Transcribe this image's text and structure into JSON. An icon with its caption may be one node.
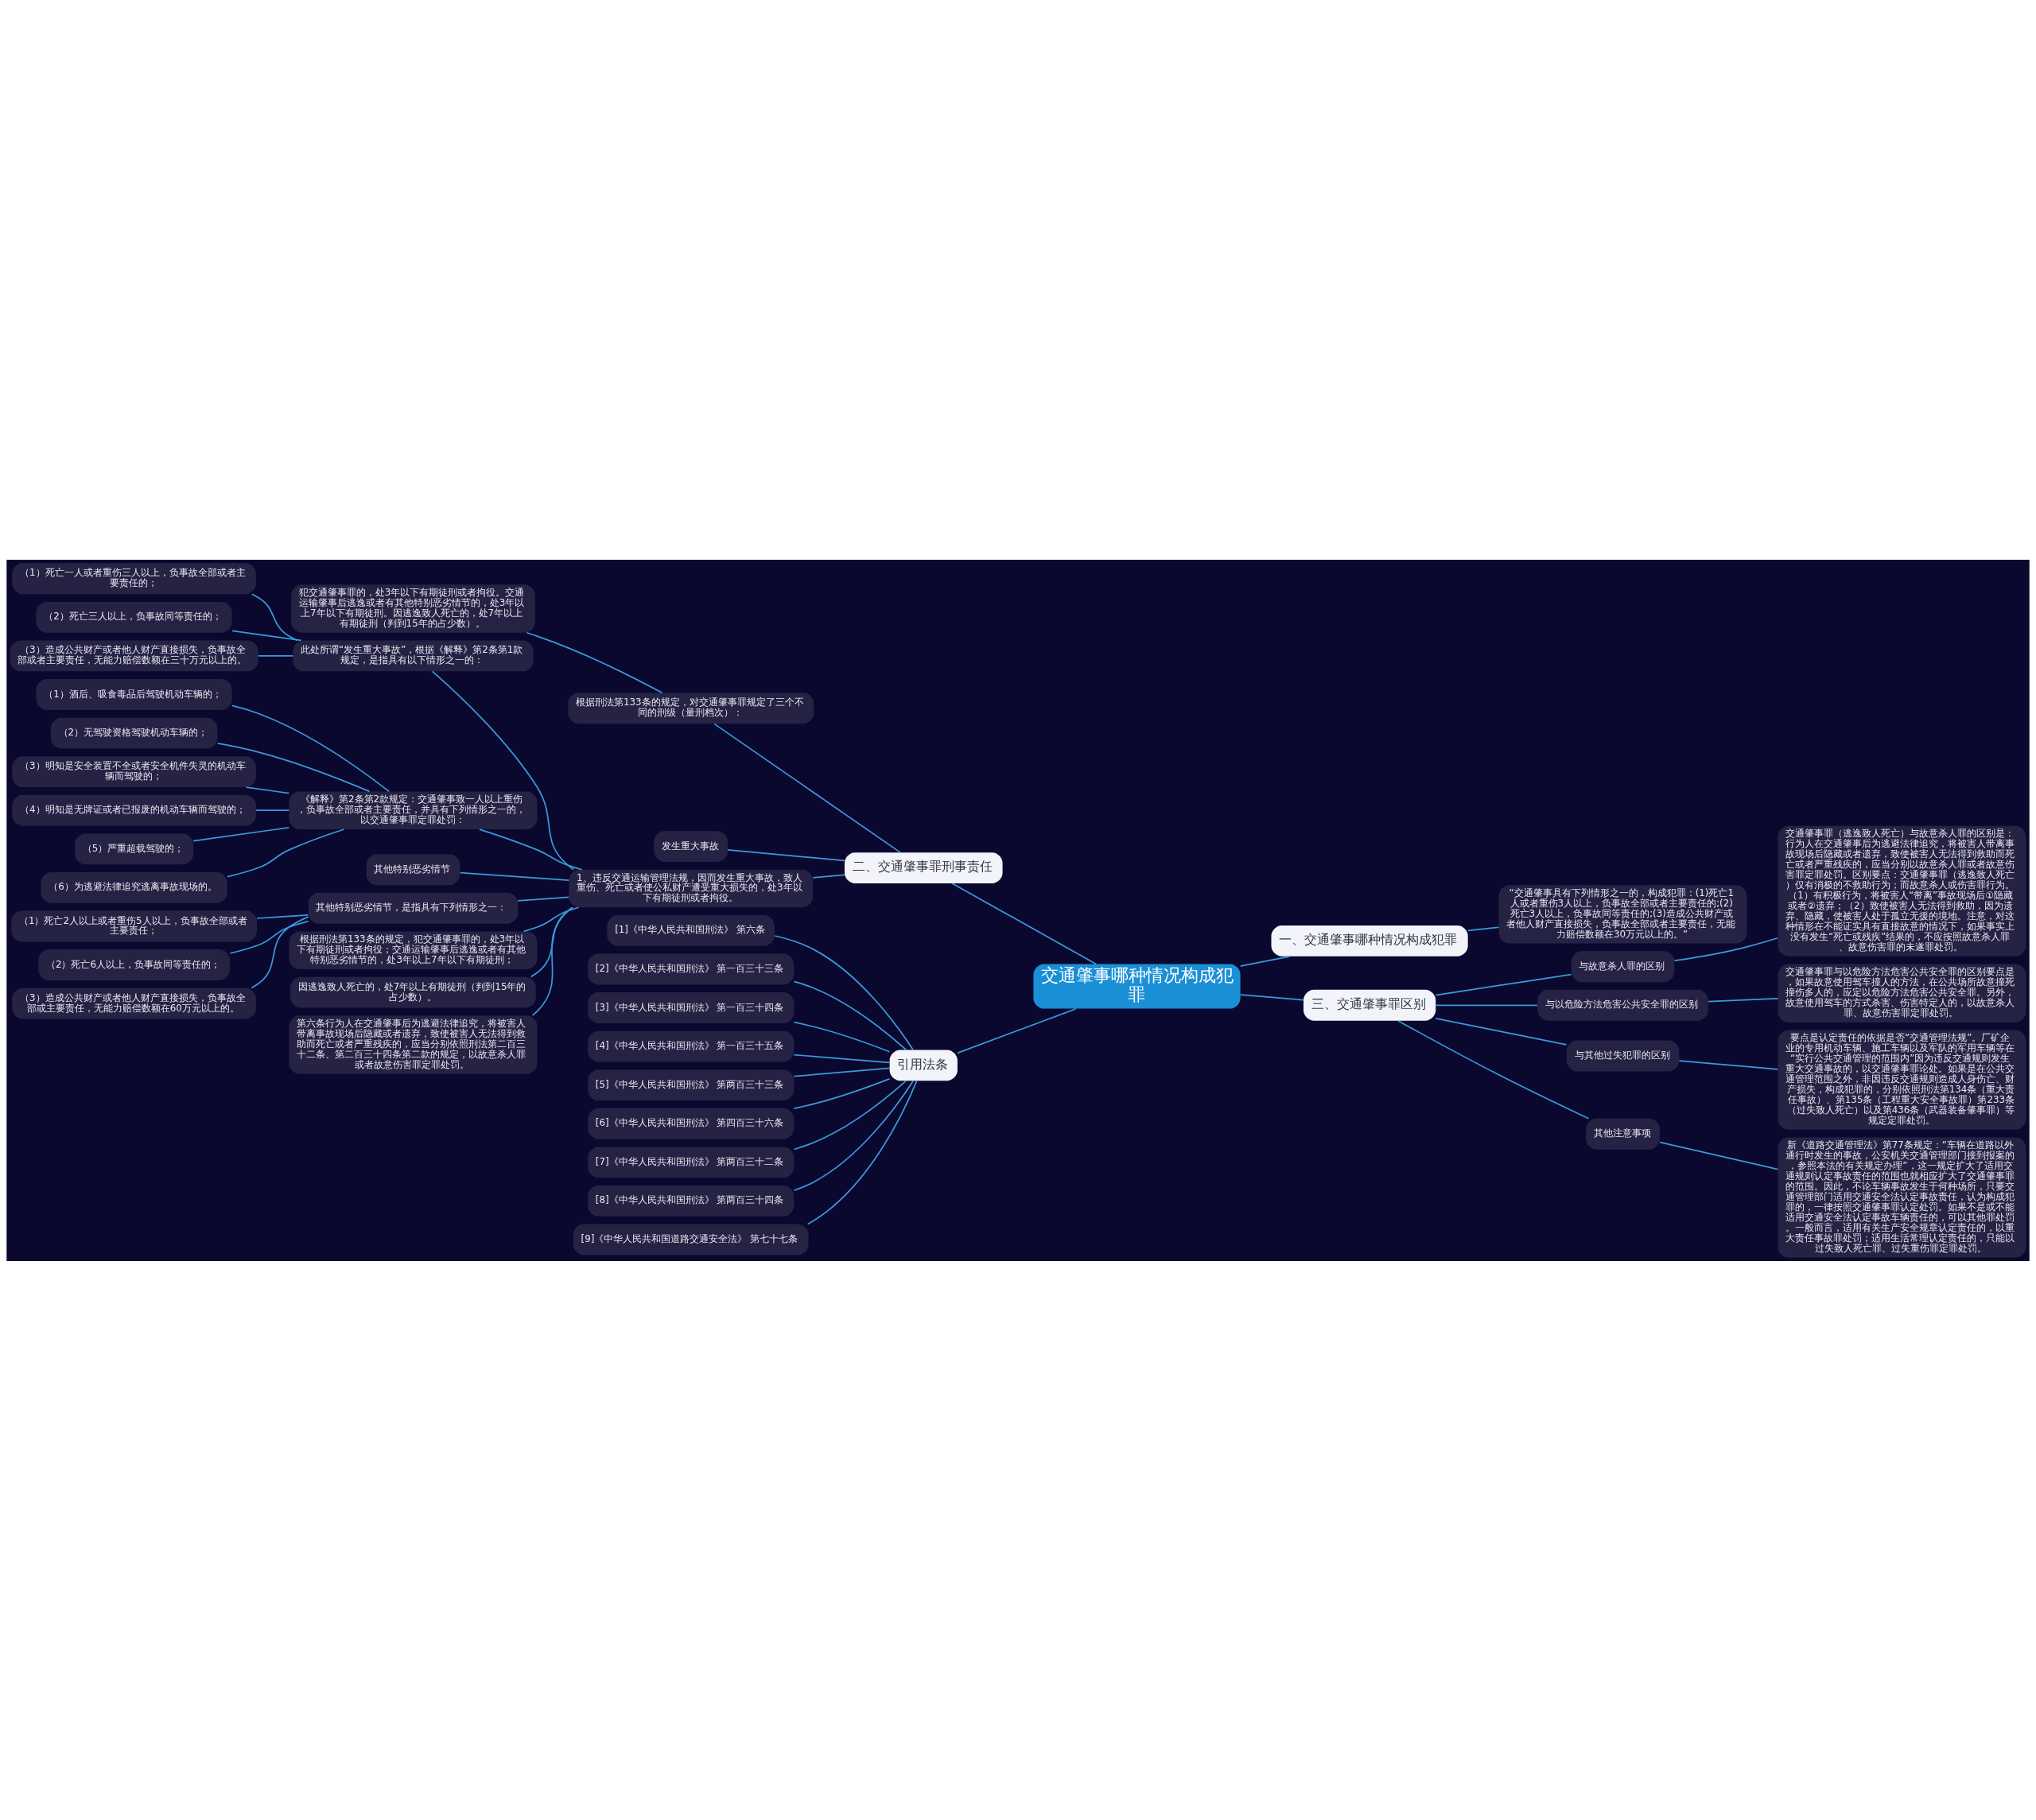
{
  "diagram": {
    "nodes": [
      {
        "text": [
          "交通肇事哪种情况构成犯罪"
        ]
      },
      {
        "text": [
          "二、交通肇事罪刑事责任"
        ]
      },
      {
        "text": [
          "根据刑法第133条的规定，对交通肇事罪规定了三个不同的刑级（量刑档次）："
        ]
      },
      {
        "text": [
          "犯交通肇事罪的，处3年以下有期徒刑或者拘役。交通运输肇事后逃逸或者有其他特别恶劣情节的，处3年以上7年以下有期徒刑。因逃逸致人死亡的，处7年以上有期徒刑（判到15年的占少数）。"
        ]
      },
      {
        "text": [
          "发生重大事故"
        ]
      },
      {
        "text": [
          "1、违反交通运输管理法规，因而发生重大事故，致人重伤、死亡或者使公私财产遭受重大损失的，处3年以下有期徒刑或者拘役。"
        ]
      },
      {
        "text": [
          "此处所谓“发生重大事故”，根据《解释》第2条第1款规定，是指具有以下情形之一的："
        ]
      },
      {
        "text": [
          "（1）死亡一人或者重伤三人以上，负事故全部或者主要责任的；"
        ]
      },
      {
        "text": [
          "（2）死亡三人以上，负事故同等责任的；"
        ]
      },
      {
        "text": [
          "（3）造成公共财产或者他人财产直接损失，负事故全部或者主要责任，无能力赔偿数额在三十万元以上的。"
        ]
      },
      {
        "text": [
          "《解释》第2条第2款规定：交通肇事致一人以上重伤，负事故全部或者主要责任，并具有下列情形之一的，以交通肇事罪定罪处罚："
        ]
      },
      {
        "text": [
          "（1）酒后、吸食毒品后驾驶机动车辆的；"
        ]
      },
      {
        "text": [
          "（2）无驾驶资格驾驶机动车辆的；"
        ]
      },
      {
        "text": [
          "（3）明知是安全装置不全或者安全机件失灵的机动车辆而驾驶的；"
        ]
      },
      {
        "text": [
          "（4）明知是无牌证或者已报废的机动车辆而驾驶的；"
        ]
      },
      {
        "text": [
          "（5）严重超载驾驶的；"
        ]
      },
      {
        "text": [
          "（6）为逃避法律追究逃离事故现场的。"
        ]
      },
      {
        "text": [
          "其他特别恶劣情节"
        ]
      },
      {
        "text": [
          "其他特别恶劣情节，是指具有下列情形之一："
        ]
      },
      {
        "text": [
          "（1）死亡2人以上或者重伤5人以上，负事故全部或者主要责任；"
        ]
      },
      {
        "text": [
          "（2）死亡6人以上，负事故同等责任的；"
        ]
      },
      {
        "text": [
          "（3）造成公共财产或者他人财产直接损失，负事故全部或主要责任，无能力赔偿数额在60万元以上的。"
        ]
      },
      {
        "text": [
          "根据刑法第133条的规定，犯交通肇事罪的，处3年以下有期徒刑或者拘役；交通运输肇事后逃逸或者有其他特别恶劣情节的，处3年以上7年以下有期徒刑；"
        ]
      },
      {
        "text": [
          "因逃逸致人死亡的，处7年以上有期徒刑（判到15年的占少数）。"
        ]
      },
      {
        "text": [
          "第六条行为人在交通肇事后为逃避法律追究，将被害人带离事故现场后隐藏或者遗弃，致使被害人无法得到救助而死亡或者严重残疾的，应当分别依照刑法第二百三十二条、第二百三十四条第二款的规定，以故意杀人罪或者故意伤害罪定罪处罚。"
        ]
      },
      {
        "text": [
          "引用法条"
        ]
      },
      {
        "text": [
          "[1]《中华人民共和国刑法》 第六条"
        ]
      },
      {
        "text": [
          "[2]《中华人民共和国刑法》 第一百三十三条"
        ]
      },
      {
        "text": [
          "[3]《中华人民共和国刑法》 第一百三十四条"
        ]
      },
      {
        "text": [
          "[4]《中华人民共和国刑法》 第一百三十五条"
        ]
      },
      {
        "text": [
          "[5]《中华人民共和国刑法》 第两百三十三条"
        ]
      },
      {
        "text": [
          "[6]《中华人民共和国刑法》 第四百三十六条"
        ]
      },
      {
        "text": [
          "[7]《中华人民共和国刑法》 第两百三十二条"
        ]
      },
      {
        "text": [
          "[8]《中华人民共和国刑法》 第两百三十四条"
        ]
      },
      {
        "text": [
          "[9]《中华人民共和国道路交通安全法》 第七十七条"
        ]
      },
      {
        "text": [
          "一、交通肇事哪种情况构成犯罪"
        ]
      },
      {
        "text": [
          "“交通肇事具有下列情形之一的，构成犯罪：(1)死亡1人或者重伤3人以上，负事故全部或者主要责任的;(2)死亡3人以上，负事故同等责任的;(3)造成公共财产或者他人财产直接损失，负事故全部或者主要责任，无能力赔偿数额在30万元以上的。”"
        ]
      },
      {
        "text": [
          "三、交通肇事罪区别"
        ]
      },
      {
        "text": [
          "与故意杀人罪的区别"
        ]
      },
      {
        "text": [
          "交通肇事罪（逃逸致人死亡）与故意杀人罪的区别是：行为人在交通肇事后为逃避法律追究，将被害人带离事故现场后隐藏或者遗弃，致使被害人无法得到救助而死亡或者严重残疾的，应当分别以故意杀人罪或者故意伤害罪定罪处罚。区别要点：交通肇事罪（逃逸致人死亡）仅有消极的不救助行为；而故意杀人或伤害罪行为。（1）有积极行为，将被害人“带离”事故现场后①隐藏或者②遗弃；（2）致使被害人无法得到救助，因为遗弃、隐藏，使被害人处于孤立无援的境地。注意，对这种情形在不能证实具有直接故意的情况下，如果事实上没有发生“死亡或残疾”结果的，不应按照故意杀人罪、故意伤害罪的未遂罪处罚。"
        ]
      },
      {
        "text": [
          "与以危险方法危害公共安全罪的区别"
        ]
      },
      {
        "text": [
          "交通肇事罪与以危险方法危害公共安全罪的区别要点是，如果故意使用驾车撞人的方法，在公共场所故意撞死撞伤多人的，应定以危险方法危害公共安全罪。另外，故意使用驾车的方式杀害、伤害特定人的，以故意杀人罪、故意伤害罪定罪处罚。"
        ]
      },
      {
        "text": [
          "与其他过失犯罪的区别"
        ]
      },
      {
        "text": [
          "要点是认定责任的依据是否“交通管理法规”。厂矿企业的专用机动车辆、施工车辆以及军队的军用车辆等在“实行公共交通管理的范围内”因为违反交通规则发生重大交通事故的，以交通肇事罪论处。如果是在公共交通管理范围之外，非因违反交通规则造成人身伤亡、财产损失，构成犯罪的，分别依照刑法第134条（重大责任事故）、第135条（工程重大安全事故罪）第233条（过失致人死亡）以及第436条（武器装备肇事罪）等规定定罪处罚。"
        ]
      },
      {
        "text": [
          "其他注意事项"
        ]
      },
      {
        "text": [
          "新《道路交通管理法》第77条规定：“车辆在道路以外通行时发生的事故，公安机关交通管理部门接到报案的，参照本法的有关规定办理”，这一规定扩大了适用交通规则认定事故责任的范围也就相应扩大了交通肇事罪的范围。因此，不论车辆事故发生于何种场所，只要交通管理部门适用交通安全法认定事故责任，认为构成犯罪的，一律按照交通肇事罪认定处罚。如果不是或不能适用交通安全法认定事故车辆责任的，可以其他罪处罚。一般而言，适用有关生产安全规章认定责任的，以重大责任事故罪处罚；适用生活常理认定责任的，只能以过失致人死亡罪、过失重伤罪定罪处罚。"
        ]
      }
    ],
    "edges": [
      {
        "from": 0,
        "to": 1,
        "arrow": "none"
      },
      {
        "from": 1,
        "to": 2,
        "arrow": "none"
      },
      {
        "from": 2,
        "to": 3,
        "arrow": "none"
      },
      {
        "from": 1,
        "to": 4,
        "arrow": "none"
      },
      {
        "from": 1,
        "to": 5,
        "arrow": "none"
      },
      {
        "from": 5,
        "to": 6,
        "arrow": "none"
      },
      {
        "from": 6,
        "to": 7,
        "arrow": "none"
      },
      {
        "from": 6,
        "to": 8,
        "arrow": "none"
      },
      {
        "from": 6,
        "to": 9,
        "arrow": "none"
      },
      {
        "from": 5,
        "to": 10,
        "arrow": "none"
      },
      {
        "from": 10,
        "to": 11,
        "arrow": "none"
      },
      {
        "from": 10,
        "to": 12,
        "arrow": "none"
      },
      {
        "from": 10,
        "to": 13,
        "arrow": "none"
      },
      {
        "from": 10,
        "to": 14,
        "arrow": "none"
      },
      {
        "from": 10,
        "to": 15,
        "arrow": "none"
      },
      {
        "from": 10,
        "to": 16,
        "arrow": "none"
      },
      {
        "from": 5,
        "to": 17,
        "arrow": "none"
      },
      {
        "from": 5,
        "to": 18,
        "arrow": "none"
      },
      {
        "from": 18,
        "to": 19,
        "arrow": "none"
      },
      {
        "from": 18,
        "to": 20,
        "arrow": "none"
      },
      {
        "from": 18,
        "to": 21,
        "arrow": "none"
      },
      {
        "from": 5,
        "to": 22,
        "arrow": "none"
      },
      {
        "from": 5,
        "to": 23,
        "arrow": "none"
      },
      {
        "from": 5,
        "to": 24,
        "arrow": "none"
      },
      {
        "from": 0,
        "to": 25,
        "arrow": "none"
      },
      {
        "from": 25,
        "to": 26,
        "arrow": "none"
      },
      {
        "from": 25,
        "to": 27,
        "arrow": "none"
      },
      {
        "from": 25,
        "to": 28,
        "arrow": "none"
      },
      {
        "from": 25,
        "to": 29,
        "arrow": "none"
      },
      {
        "from": 25,
        "to": 30,
        "arrow": "none"
      },
      {
        "from": 25,
        "to": 31,
        "arrow": "none"
      },
      {
        "from": 25,
        "to": 32,
        "arrow": "none"
      },
      {
        "from": 25,
        "to": 33,
        "arrow": "none"
      },
      {
        "from": 25,
        "to": 34,
        "arrow": "none"
      },
      {
        "from": 0,
        "to": 35,
        "arrow": "none"
      },
      {
        "from": 35,
        "to": 36,
        "arrow": "none"
      },
      {
        "from": 0,
        "to": 37,
        "arrow": "none"
      },
      {
        "from": 37,
        "to": 38,
        "arrow": "none"
      },
      {
        "from": 38,
        "to": 39,
        "arrow": "none"
      },
      {
        "from": 37,
        "to": 40,
        "arrow": "none"
      },
      {
        "from": 40,
        "to": 41,
        "arrow": "none"
      },
      {
        "from": 37,
        "to": 42,
        "arrow": "none"
      },
      {
        "from": 42,
        "to": 43,
        "arrow": "none"
      },
      {
        "from": 37,
        "to": 44,
        "arrow": "none"
      },
      {
        "from": 44,
        "to": 45,
        "arrow": "none"
      }
    ]
  }
}
